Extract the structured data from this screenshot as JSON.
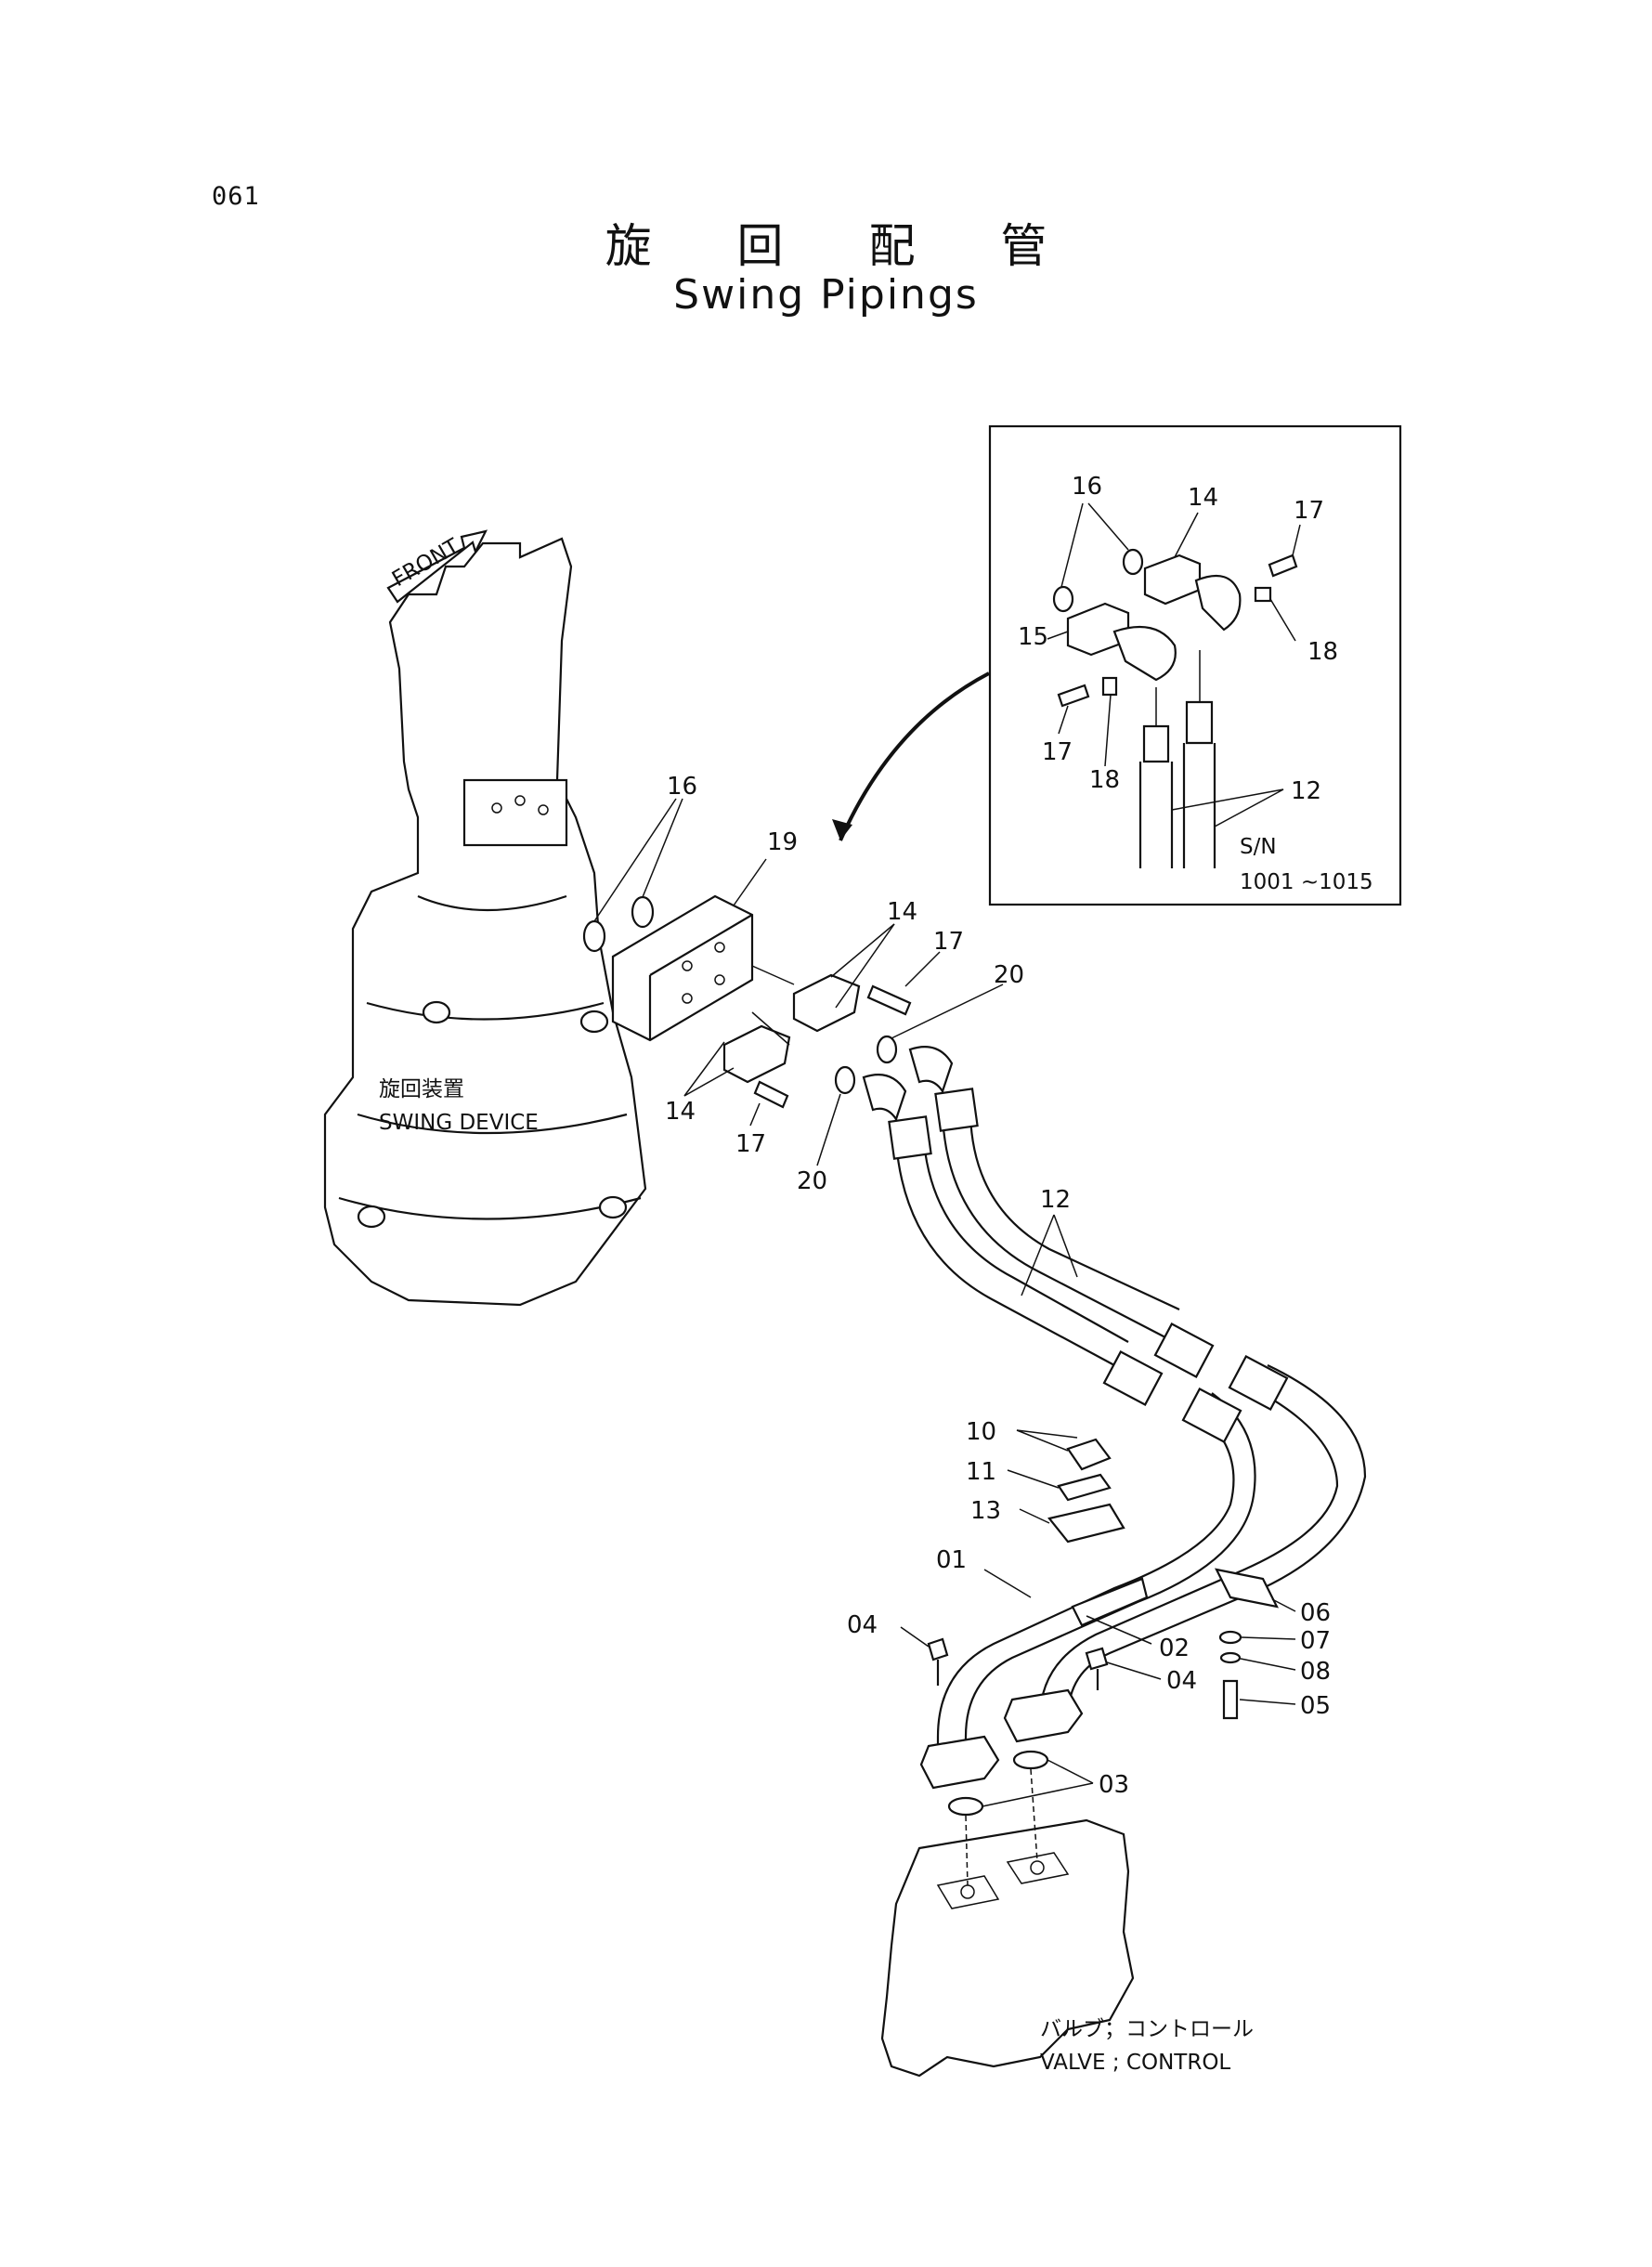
{
  "page": {
    "number": "061",
    "title_ja": "旋 回 配 管",
    "title_en": "Swing Pipings"
  },
  "labels": {
    "front": "FRONT",
    "swing_device_ja": "旋回装置",
    "swing_device_en": "SWING DEVICE",
    "valve_ja": "バルブ；コントロール",
    "valve_en": "VALVE ; CONTROL",
    "sn_label": "S/N",
    "sn_range": "1001 ~1015"
  },
  "callouts": {
    "inset": {
      "p16": "16",
      "p14": "14",
      "p17a": "17",
      "p15": "15",
      "p18a": "18",
      "p17b": "17",
      "p18b": "18",
      "p12": "12"
    },
    "main": {
      "p16": "16",
      "p19": "19",
      "p14a": "14",
      "p17a": "17",
      "p20a": "20",
      "p14b": "14",
      "p17b": "17",
      "p20b": "20",
      "p12": "12",
      "p10": "10",
      "p11": "11",
      "p13": "13",
      "p01": "01",
      "p02": "02",
      "p04a": "04",
      "p04b": "04",
      "p06": "06",
      "p07": "07",
      "p08": "08",
      "p05": "05",
      "p03": "03"
    }
  }
}
